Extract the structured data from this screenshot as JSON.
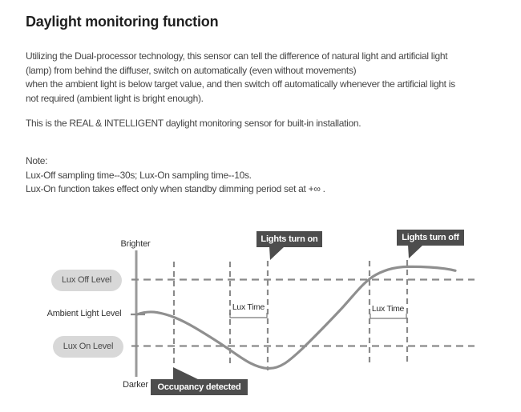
{
  "page": {
    "title": "Daylight monitoring function"
  },
  "content": {
    "para1_lines": [
      "Utilizing the Dual-processor technology, this sensor can tell the difference of natural light and artificial light",
      "(lamp) from behind the diffuser, switch on automatically (even without movements)",
      "when the ambient light is below target value, and then switch off automatically whenever the artificial light is",
      "not required (ambient light is bright enough)."
    ],
    "para2": "This is the REAL & INTELLIGENT daylight monitoring sensor for built-in installation.",
    "note_lines": [
      "Note:",
      "Lux-Off sampling time--30s; Lux-On sampling time--10s.",
      "Lux-On function takes effect only when standby dimming period set at +∞ ."
    ]
  },
  "diagram": {
    "axis_top_label": "Brighter",
    "axis_bottom_label": "Darker",
    "levels": {
      "lux_off": "Lux Off Level",
      "ambient": "Ambient Light Level",
      "lux_on": "Lux On Level"
    },
    "tags": {
      "turn_on": "Lights turn on",
      "turn_off": "Lights turn off",
      "occupancy": "Occupancy detected"
    },
    "lux_time_left": "Lux Time",
    "lux_time_right": "Lux Time",
    "colors": {
      "curve": "#8f8f8f",
      "dashed_line": "#8a8a8a",
      "axis": "#9a9a9a",
      "tag_background": "#4d4d4d",
      "tag_text": "#ffffff",
      "pill_background": "#d8d8d8",
      "body_text": "#454545"
    }
  }
}
